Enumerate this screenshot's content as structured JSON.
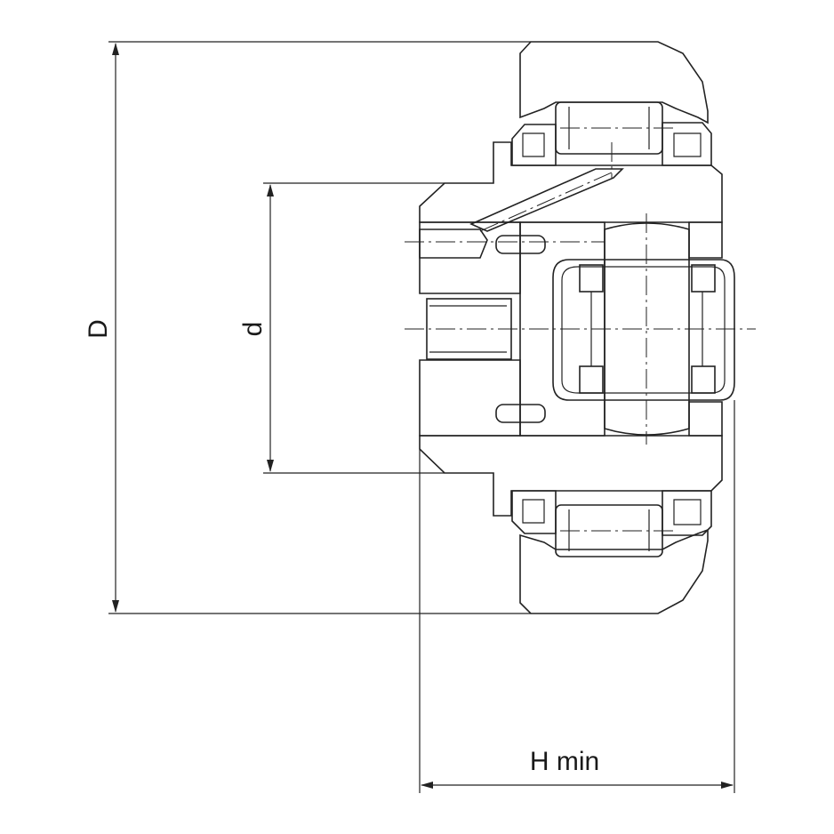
{
  "dimensions": {
    "outer_diameter": "D",
    "bore": "d",
    "height": "H min"
  },
  "colors": {
    "line": "#222222",
    "background": "#ffffff"
  }
}
